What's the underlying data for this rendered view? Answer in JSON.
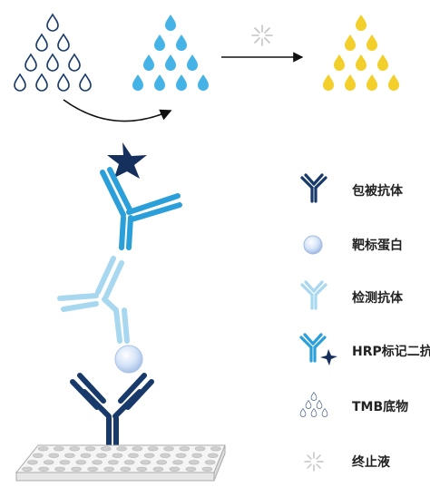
{
  "legend": [
    {
      "icon": "capture-antibody-icon",
      "label": "包被抗体"
    },
    {
      "icon": "target-protein-icon",
      "label": "靶标蛋白"
    },
    {
      "icon": "detection-antibody-icon",
      "label": "检测抗体"
    },
    {
      "icon": "hrp-labeled-secondary-antibody-icon",
      "label": "HRP标记二抗"
    },
    {
      "icon": "tmb-substrate-icon",
      "label": "TMB底物"
    },
    {
      "icon": "stop-solution-icon",
      "label": "终止液"
    }
  ],
  "colors": {
    "navy": "#173a6b",
    "mid_blue": "#2b9fd9",
    "light_blue": "#a8d8f0",
    "yellow": "#f2cf2a",
    "cyan_drop": "#45b3e6",
    "sphere": "#c8d9f2",
    "star": "#15305c",
    "stop_burst": "#c8c8c8"
  }
}
